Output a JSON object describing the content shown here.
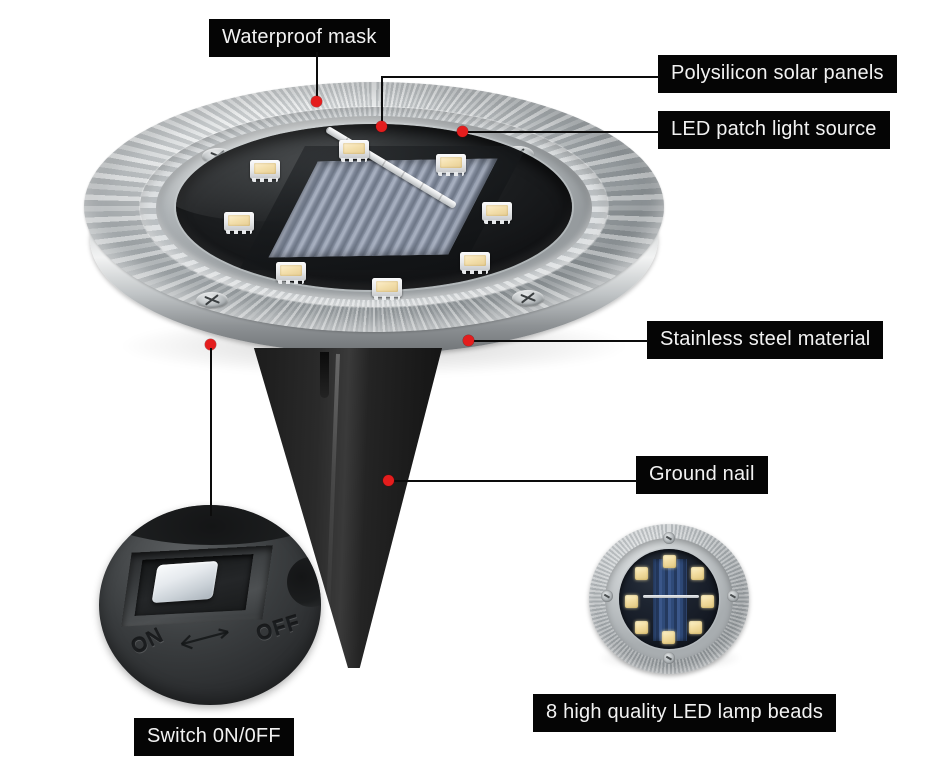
{
  "page": {
    "title": "Solar Ground Light Product Infographic",
    "background_color": "#ffffff",
    "label_background_color": "#050505",
    "label_text_color": "#f2f2f2",
    "callout_dot_color": "#e41d1d",
    "callout_line_color": "#0c0c0c"
  },
  "callouts": [
    {
      "id": "waterproof-mask",
      "label": "Waterproof mask"
    },
    {
      "id": "polysilicon-panels",
      "label": "Polysilicon solar panels"
    },
    {
      "id": "led-patch",
      "label": "LED patch light source"
    },
    {
      "id": "stainless-steel",
      "label": "Stainless steel material"
    },
    {
      "id": "ground-nail",
      "label": "Ground nail"
    },
    {
      "id": "switch",
      "label": "Switch 0N/0FF"
    },
    {
      "id": "led-beads",
      "label": "8 high quality LED lamp beads"
    }
  ],
  "switch_closeup": {
    "on_label": "ON",
    "off_label": "OFF"
  },
  "product": {
    "led_count": 8,
    "screw_count": 4
  }
}
